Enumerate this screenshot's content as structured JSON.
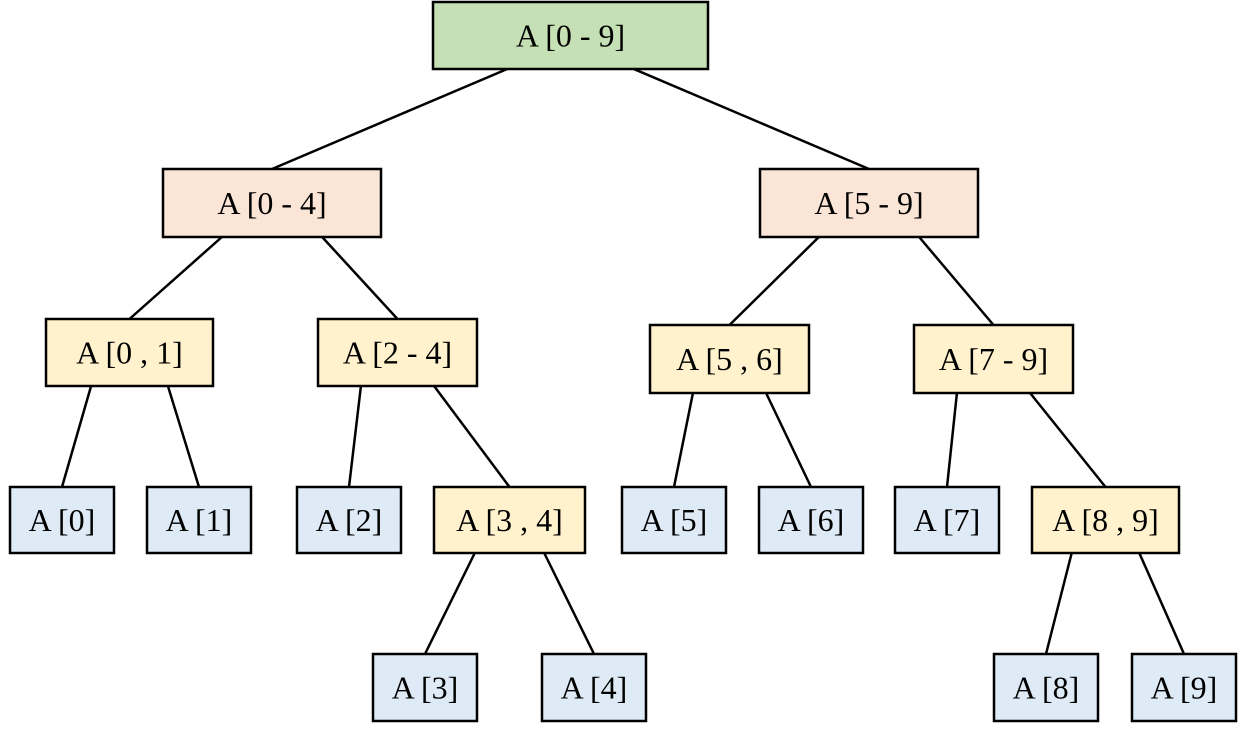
{
  "colors": {
    "root": "#c5e0b4",
    "level1": "#fbe5d6",
    "internal": "#fff2cc",
    "leaf": "#deebf7",
    "stroke": "#000000"
  },
  "nodes": [
    {
      "id": "n09",
      "label": "A [0 - 9]",
      "kind": "root"
    },
    {
      "id": "n04",
      "label": "A [0 - 4]",
      "kind": "level1"
    },
    {
      "id": "n59",
      "label": "A [5 - 9]",
      "kind": "level1"
    },
    {
      "id": "n01",
      "label": "A [0 , 1]",
      "kind": "internal"
    },
    {
      "id": "n24",
      "label": "A [2 - 4]",
      "kind": "internal"
    },
    {
      "id": "n56",
      "label": "A [5 , 6]",
      "kind": "internal"
    },
    {
      "id": "n79",
      "label": "A [7 - 9]",
      "kind": "internal"
    },
    {
      "id": "n0",
      "label": "A [0]",
      "kind": "leaf"
    },
    {
      "id": "n1",
      "label": "A [1]",
      "kind": "leaf"
    },
    {
      "id": "n2",
      "label": "A [2]",
      "kind": "leaf"
    },
    {
      "id": "n34",
      "label": "A [3 , 4]",
      "kind": "internal"
    },
    {
      "id": "n5",
      "label": "A [5]",
      "kind": "leaf"
    },
    {
      "id": "n6",
      "label": "A [6]",
      "kind": "leaf"
    },
    {
      "id": "n7",
      "label": "A [7]",
      "kind": "leaf"
    },
    {
      "id": "n89",
      "label": "A [8 , 9]",
      "kind": "internal"
    },
    {
      "id": "n3",
      "label": "A [3]",
      "kind": "leaf"
    },
    {
      "id": "n4",
      "label": "A [4]",
      "kind": "leaf"
    },
    {
      "id": "n8",
      "label": "A [8]",
      "kind": "leaf"
    },
    {
      "id": "n9",
      "label": "A [9]",
      "kind": "leaf"
    }
  ],
  "edges": [
    {
      "from": "n09",
      "to": "n04"
    },
    {
      "from": "n09",
      "to": "n59"
    },
    {
      "from": "n04",
      "to": "n01"
    },
    {
      "from": "n04",
      "to": "n24"
    },
    {
      "from": "n59",
      "to": "n56"
    },
    {
      "from": "n59",
      "to": "n79"
    },
    {
      "from": "n01",
      "to": "n0"
    },
    {
      "from": "n01",
      "to": "n1"
    },
    {
      "from": "n24",
      "to": "n2"
    },
    {
      "from": "n24",
      "to": "n34"
    },
    {
      "from": "n56",
      "to": "n5"
    },
    {
      "from": "n56",
      "to": "n6"
    },
    {
      "from": "n79",
      "to": "n7"
    },
    {
      "from": "n79",
      "to": "n89"
    },
    {
      "from": "n34",
      "to": "n3"
    },
    {
      "from": "n34",
      "to": "n4"
    },
    {
      "from": "n89",
      "to": "n8"
    },
    {
      "from": "n89",
      "to": "n9"
    }
  ]
}
